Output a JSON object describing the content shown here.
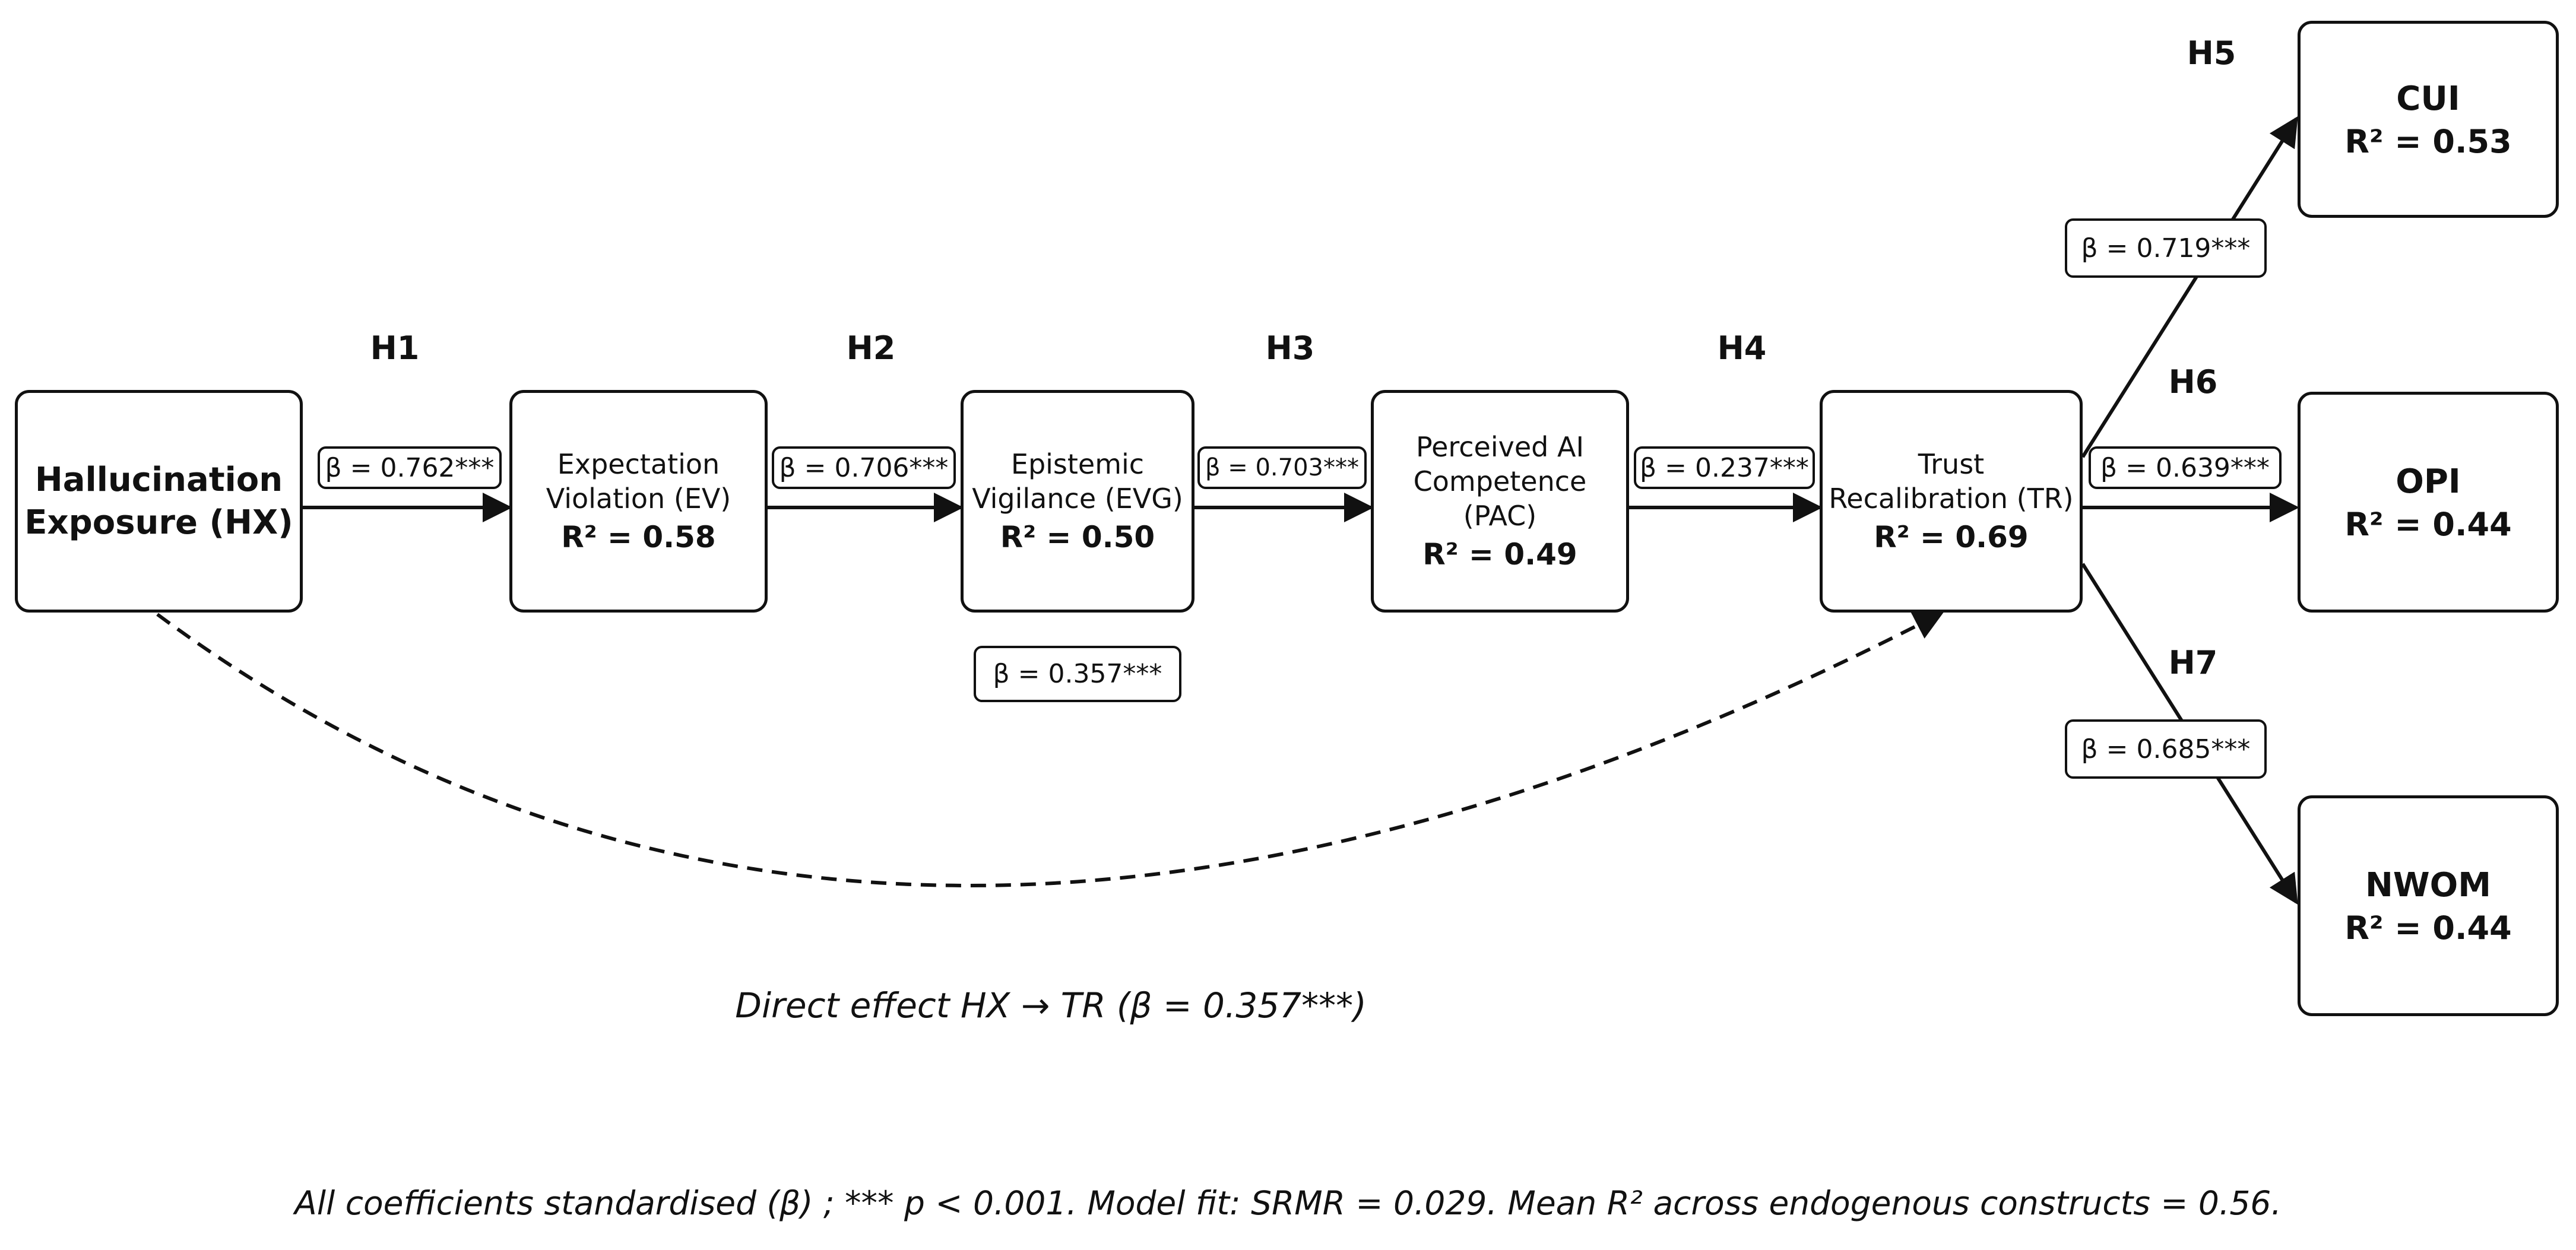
{
  "nodes": {
    "hx": {
      "name_line1": "Hallucination",
      "name_line2": "Exposure (HX)"
    },
    "ev": {
      "name_line1": "Expectation",
      "name_line2": "Violation (EV)",
      "r2": "R² = 0.58"
    },
    "evg": {
      "name_line1": "Epistemic",
      "name_line2": "Vigilance (EVG)",
      "r2": "R² = 0.50"
    },
    "pac": {
      "name_line1": "Perceived AI",
      "name_line2": "Competence (PAC)",
      "r2": "R² = 0.49"
    },
    "tr": {
      "name_line1": "Trust",
      "name_line2": "Recalibration (TR)",
      "r2": "R² = 0.69"
    },
    "cui": {
      "name": "CUI",
      "r2": "R² = 0.53"
    },
    "opi": {
      "name": "OPI",
      "r2": "R² = 0.44"
    },
    "nwom": {
      "name": "NWOM",
      "r2": "R² = 0.44"
    }
  },
  "paths": [
    {
      "hypothesis": "H1",
      "from": "HX",
      "to": "EV",
      "coefficient": "β = 0.762***"
    },
    {
      "hypothesis": "H2",
      "from": "EV",
      "to": "EVG",
      "coefficient": "β = 0.706***"
    },
    {
      "hypothesis": "H3",
      "from": "EVG",
      "to": "PAC",
      "coefficient": "β = 0.703***"
    },
    {
      "hypothesis": "H4",
      "from": "PAC",
      "to": "TR",
      "coefficient": "β = 0.237***"
    },
    {
      "hypothesis": "H5",
      "from": "TR",
      "to": "CUI",
      "coefficient": "β = 0.719***"
    },
    {
      "hypothesis": "H6",
      "from": "TR",
      "to": "OPI",
      "coefficient": "β = 0.639***"
    },
    {
      "hypothesis": "H7",
      "from": "TR",
      "to": "NWOM",
      "coefficient": "β = 0.685***"
    }
  ],
  "direct_path": {
    "from": "HX",
    "to": "TR",
    "coefficient": "β = 0.357***",
    "style": "dashed",
    "caption": "Direct effect HX → TR (β = 0.357***)"
  },
  "footnote": "All coefficients standardised (β) ;  *** p < 0.001.   Model fit: SRMR = 0.029.   Mean R² across endogenous constructs = 0.56.",
  "colors": {
    "line": "#111111",
    "background": "#ffffff"
  }
}
